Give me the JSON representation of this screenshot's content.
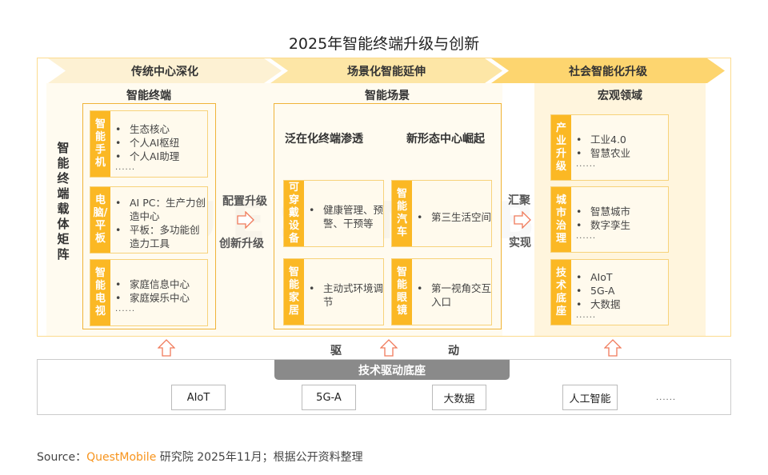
{
  "title": "2025年智能终端升级与创新",
  "watermark": "QUESTMOBILE",
  "colors": {
    "accent": "#fbb824",
    "arrow": "#f07a5a",
    "chevron1": "#fdf1d3",
    "chevron2": "#fde6a6",
    "chevron3": "#fdd56f"
  },
  "stages": [
    "传统中心深化",
    "场景化智能延伸",
    "社会智能化升级"
  ],
  "left": {
    "header": "智能终端",
    "vertical_label": "智能终端载体矩阵",
    "cards": [
      {
        "tab": "智能手机",
        "items": [
          "生态核心",
          "个人AI枢纽",
          "个人AI助理"
        ],
        "more": "......"
      },
      {
        "tab": "电脑/平板",
        "items": [
          "AI PC：生产力创造中心",
          "平板：多功能创造力工具"
        ]
      },
      {
        "tab": "智能电视",
        "items": [
          "家庭信息中心",
          "家庭娱乐中心"
        ],
        "more": "......"
      }
    ]
  },
  "transition1": {
    "top": "配置升级",
    "bottom": "创新升级",
    "icon": "arrow-right-icon"
  },
  "middle": {
    "header": "智能场景",
    "col1": "泛在化终端渗透",
    "col2": "新形态中心崛起",
    "cards": [
      {
        "tab": "可穿戴设备",
        "items": [
          "健康管理、预警、干预等"
        ]
      },
      {
        "tab": "智能汽车",
        "items": [
          "第三生活空间"
        ]
      },
      {
        "tab": "智能家居",
        "items": [
          "主动式环境调节"
        ]
      },
      {
        "tab": "智能眼镜",
        "items": [
          "第一视角交互入口"
        ]
      }
    ]
  },
  "transition2": {
    "top": "汇聚",
    "bottom": "实现",
    "icon": "arrow-right-icon"
  },
  "right": {
    "header": "宏观领域",
    "cards": [
      {
        "tab": "产业升级",
        "items": [
          "工业4.0",
          "智慧农业"
        ],
        "more": "......"
      },
      {
        "tab": "城市治理",
        "items": [
          "智慧城市",
          "数字孪生"
        ],
        "more": "......"
      },
      {
        "tab": "技术底座",
        "items": [
          "AIoT",
          "5G-A",
          "大数据"
        ],
        "more": "......"
      }
    ]
  },
  "drive": {
    "left": "驱",
    "right": "动",
    "icon": "arrow-up-icon"
  },
  "base": {
    "header": "技术驱动底座",
    "items": [
      "AIoT",
      "5G-A",
      "大数据",
      "人工智能"
    ],
    "more": "......"
  },
  "source": {
    "prefix": "Source：",
    "brand": "QuestMobile",
    "suffix": " 研究院 2025年11月；根据公开资料整理"
  }
}
